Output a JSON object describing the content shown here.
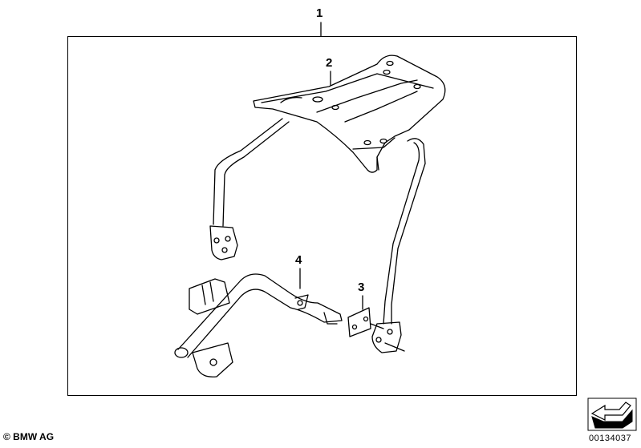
{
  "callouts": {
    "c1": "1",
    "c2": "2",
    "c3": "3",
    "c4": "4"
  },
  "footer": {
    "copyright": "© BMW AG",
    "part_number": "00134037"
  },
  "icons": {
    "navigation": "arrow-navigation-icon"
  },
  "colors": {
    "line": "#000000",
    "background": "#ffffff"
  }
}
